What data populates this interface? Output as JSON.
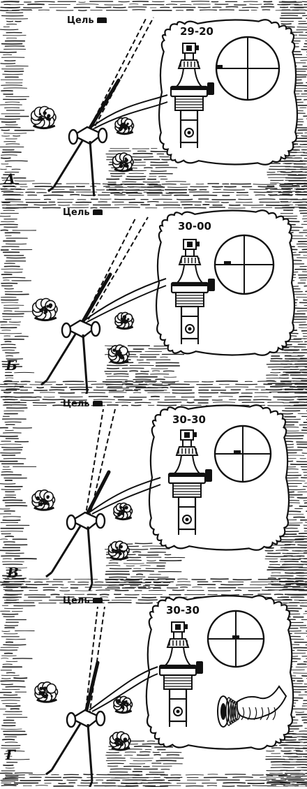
{
  "panels": [
    {
      "letter": "А",
      "target_label": "Цель",
      "angle": "29-20",
      "mark": "left-edge"
    },
    {
      "letter": "Б",
      "target_label": "Цель",
      "angle": "30-00",
      "mark": "left-inner"
    },
    {
      "letter": "В",
      "target_label": "Цель",
      "angle": "30-30",
      "mark": "center-left"
    },
    {
      "letter": "Г",
      "target_label": "Цель",
      "angle": "30-30",
      "mark": "center"
    }
  ],
  "icons": {
    "target": "target-tank-icon",
    "sight": "panoramic-sight-icon",
    "reticle": "sight-reticle-icon",
    "gun": "field-gun-icon",
    "bushes": "bush-icon",
    "hand": "hand-turning-knob-icon"
  }
}
